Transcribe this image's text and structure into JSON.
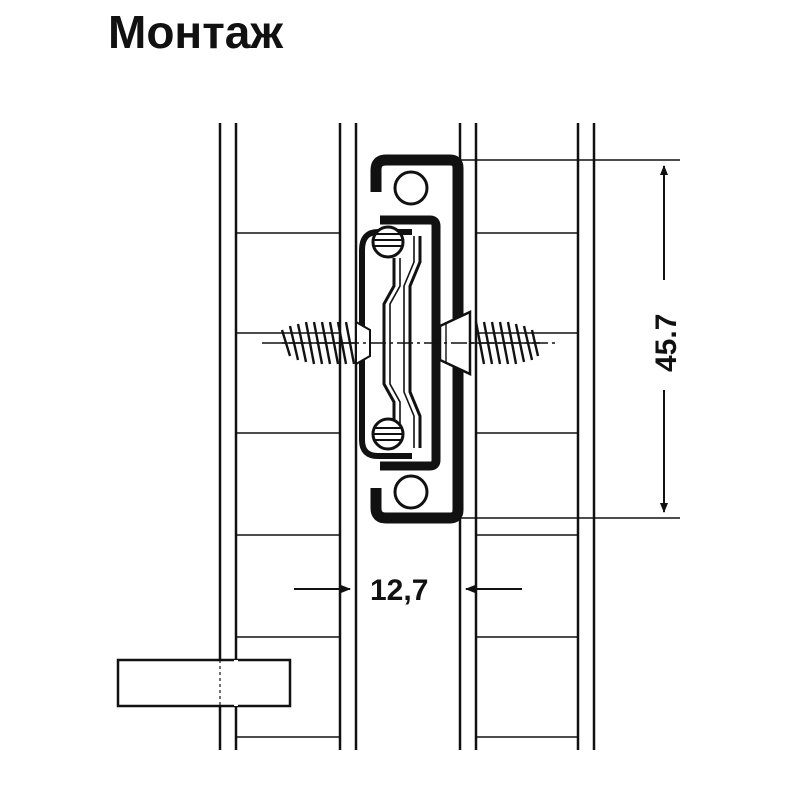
{
  "title": "Монтаж",
  "dimensions": {
    "height": "45.7",
    "gap": "12,7"
  },
  "colors": {
    "line": "#111111",
    "fill": "#ffffff",
    "rail": "#111111"
  }
}
